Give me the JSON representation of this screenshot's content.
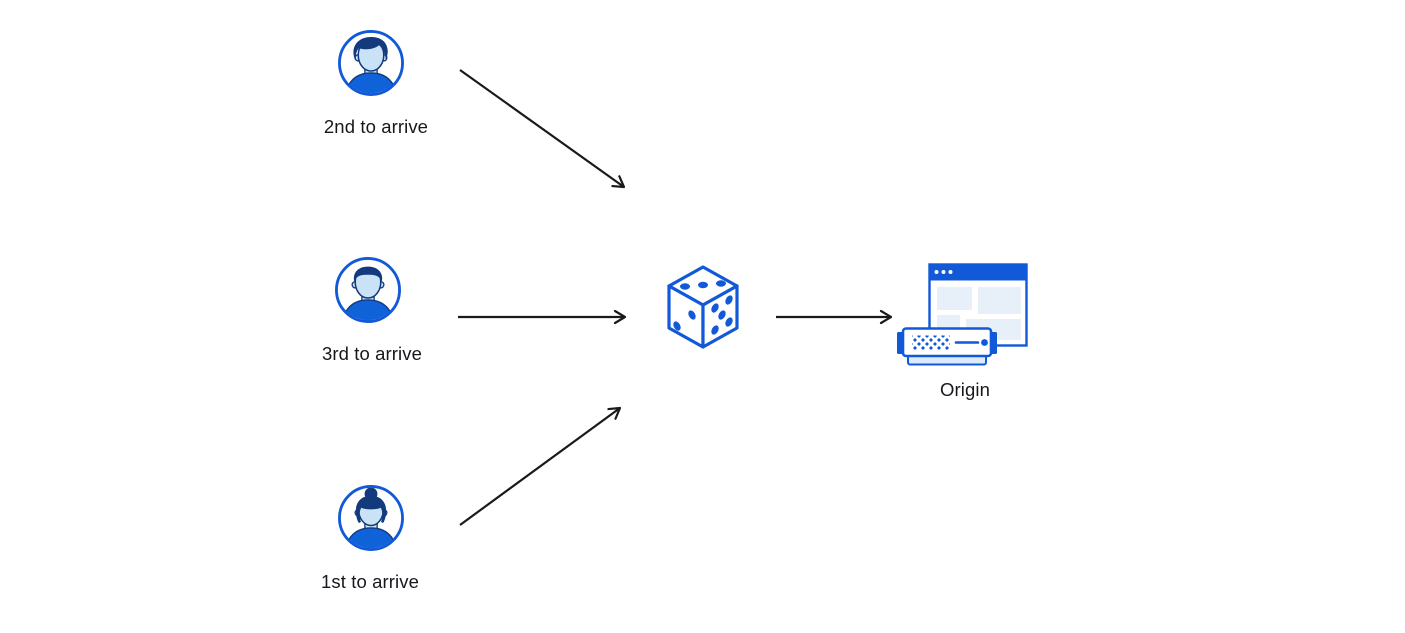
{
  "diagram": {
    "title": "random-steering-diagram",
    "nodes": {
      "visitor_top": {
        "label": "2nd to arrive",
        "icon": "avatar-man-swept-hair-icon"
      },
      "visitor_middle": {
        "label": "3rd to arrive",
        "icon": "avatar-man-short-hair-icon"
      },
      "visitor_bottom": {
        "label": "1st to arrive",
        "icon": "avatar-woman-bun-icon"
      },
      "randomizer": {
        "icon": "dice-icon"
      },
      "origin": {
        "label": "Origin",
        "icon": "browser-server-icon"
      }
    },
    "edges": [
      {
        "from": "visitor_top",
        "to": "randomizer"
      },
      {
        "from": "visitor_middle",
        "to": "randomizer"
      },
      {
        "from": "visitor_bottom",
        "to": "randomizer"
      },
      {
        "from": "randomizer",
        "to": "origin"
      }
    ],
    "colors": {
      "primary_blue": "#1159d8",
      "dark_navy": "#123a7d",
      "face_light_blue": "#c9e2f5",
      "panel_light_blue": "#e7f0f9",
      "server_base_blue": "#ddeaf8",
      "arrow_black": "#1a1a1a",
      "text_black": "#16181d",
      "background": "#ffffff"
    }
  }
}
